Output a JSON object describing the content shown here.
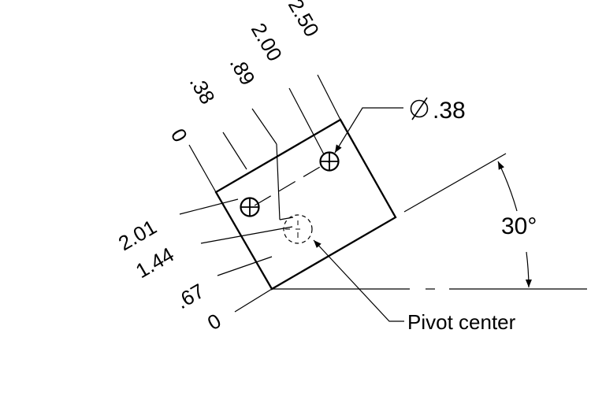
{
  "drawing": {
    "colors": {
      "line": "#000000",
      "background": "#ffffff"
    },
    "top_ordinates": [
      {
        "label": "0"
      },
      {
        "label": ".38"
      },
      {
        "label": ".89"
      },
      {
        "label": "2.00"
      },
      {
        "label": "2.50"
      }
    ],
    "side_ordinates": [
      {
        "label": "2.01"
      },
      {
        "label": "1.44"
      },
      {
        "label": ".67"
      },
      {
        "label": "0"
      }
    ],
    "hole_callout": {
      "symbol": "Ø",
      "value": ".38"
    },
    "angle_dimension": {
      "label": "30°"
    },
    "pivot_note": {
      "label": "Pivot center"
    }
  }
}
